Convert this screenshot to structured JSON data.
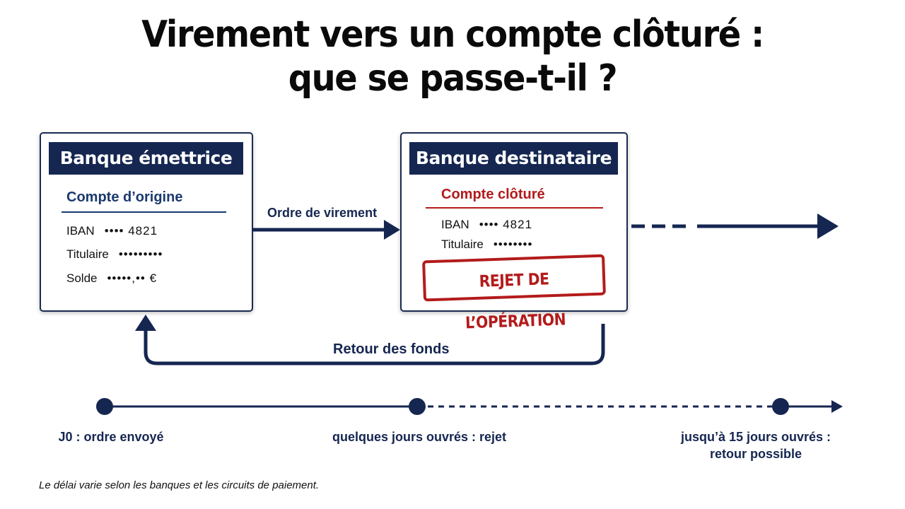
{
  "title": {
    "line1": "Virement vers un compte clôturé :",
    "line2": "que se passe-t-il ?"
  },
  "colors": {
    "navy": "#152651",
    "red": "#b31b1b"
  },
  "sender": {
    "header": "Banque émettrice",
    "account_title": "Compte d’origine",
    "rows": [
      {
        "label": "IBAN",
        "value": "•••• 4821"
      },
      {
        "label": "Titulaire",
        "value": "•••••••••"
      },
      {
        "label": "Solde",
        "value": "•••••,•• €"
      }
    ]
  },
  "receiver": {
    "header": "Banque destinataire",
    "account_title": "Compte clôturé",
    "rows": [
      {
        "label": "IBAN",
        "value": "•••• 4821"
      },
      {
        "label": "Titulaire",
        "value": "••••••••"
      }
    ],
    "stamp": "REJET DE L’OPÉRATION"
  },
  "arrows": {
    "transfer_order": "Ordre de virement",
    "return_funds": "Retour des fonds"
  },
  "timeline": [
    {
      "label": "J0 : ordre envoyé"
    },
    {
      "label": "quelques jours ouvrés : rejet"
    },
    {
      "label_line1": "jusqu’à 15 jours ouvrés :",
      "label_line2": "retour possible"
    }
  ],
  "note": "Le délai varie selon les banques et les circuits de paiement."
}
